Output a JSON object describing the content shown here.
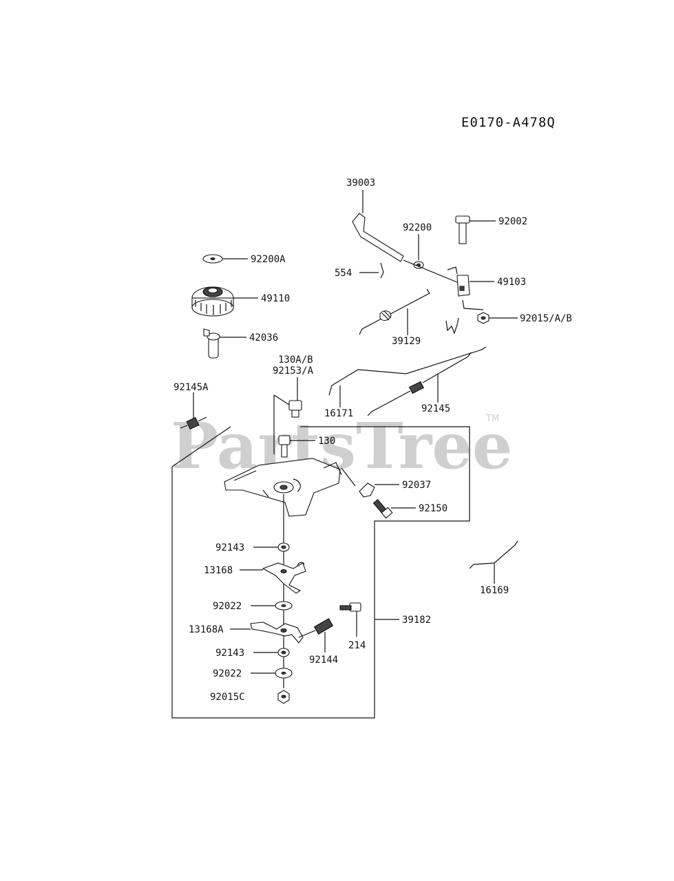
{
  "diagram_code": "E0170-A478Q",
  "watermark": {
    "text": "PartsTree",
    "mark": "TM"
  },
  "callouts": {
    "p39003": "39003",
    "p92200": "92200",
    "p92002": "92002",
    "p92200A": "92200A",
    "p554": "554",
    "p49103": "49103",
    "p49110": "49110",
    "p92015AB": "92015/A/B",
    "p39129": "39129",
    "p42036": "42036",
    "p130AB": "130A/B",
    "p92153A": "92153/A",
    "p92145A": "92145A",
    "p16171": "16171",
    "p92145": "92145",
    "p130": "130",
    "p92037": "92037",
    "p92150": "92150",
    "p92143a": "92143",
    "p13168": "13168",
    "p16169": "16169",
    "p92022a": "92022",
    "p39182": "39182",
    "p13168A": "13168A",
    "p214": "214",
    "p92143b": "92143",
    "p92144": "92144",
    "p92022b": "92022",
    "p92015C": "92015C"
  }
}
